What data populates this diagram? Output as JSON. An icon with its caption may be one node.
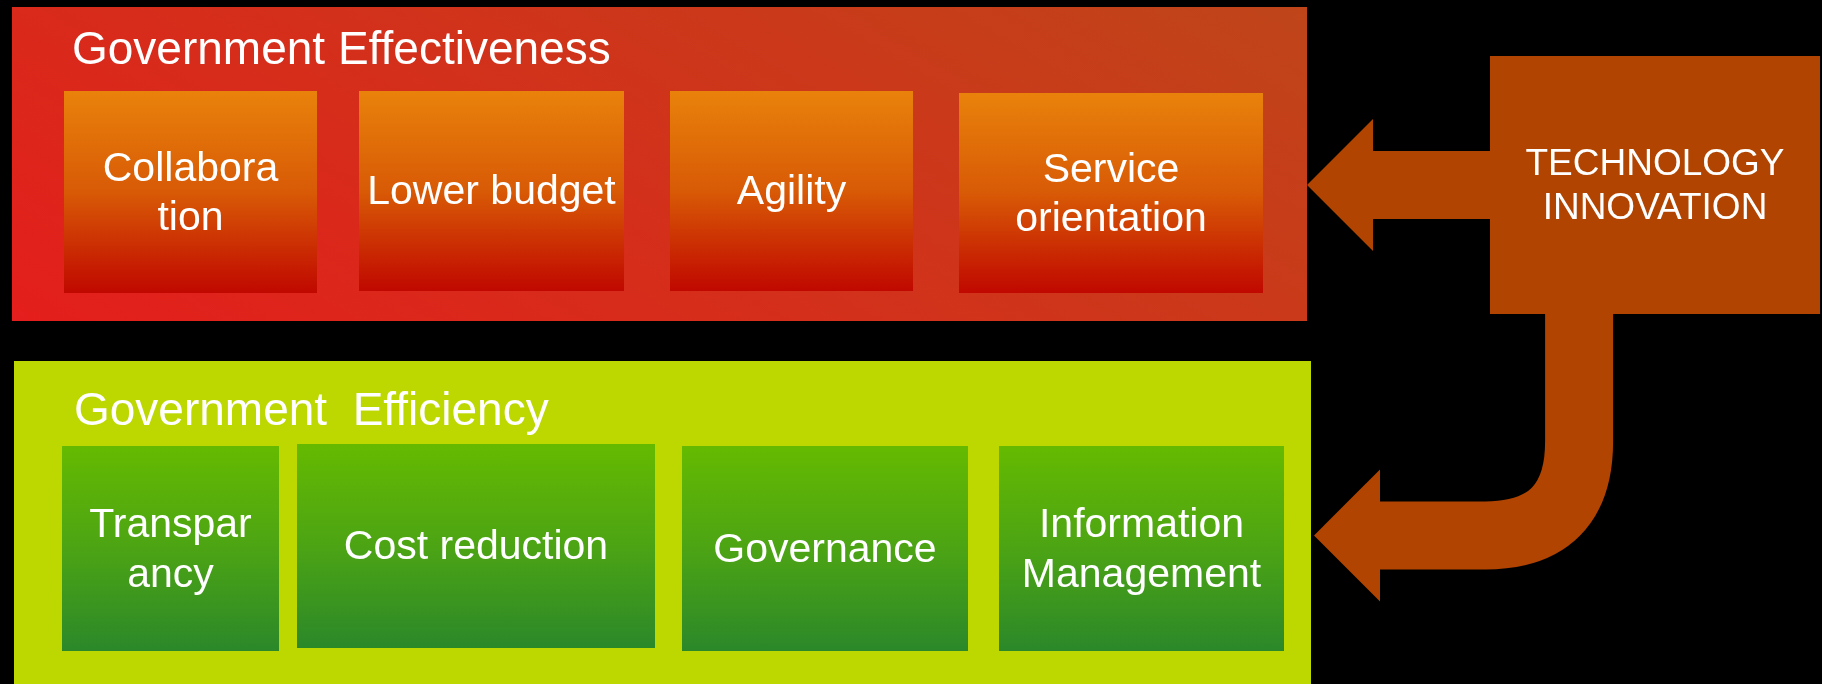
{
  "diagram": {
    "nodes": [
      {
        "text": [
          "Government Effectiveness"
        ]
      },
      {
        "text": [
          "Collabora tion"
        ],
        "in": 0
      },
      {
        "text": [
          "Lower budget"
        ],
        "in": 0
      },
      {
        "text": [
          "Agility"
        ],
        "in": 0
      },
      {
        "text": [
          "Service orientation"
        ],
        "in": 0
      },
      {
        "text": [
          "Government  Efficiency"
        ]
      },
      {
        "text": [
          "Transpar ancy"
        ],
        "in": 5
      },
      {
        "text": [
          "Cost reduction"
        ],
        "in": 5
      },
      {
        "text": [
          "Governance"
        ],
        "in": 5
      },
      {
        "text": [
          "Information Management"
        ],
        "in": 5
      },
      {
        "text": [
          "TECHNOLOGY INNOVATION"
        ]
      }
    ],
    "edges": [
      {
        "from": 10,
        "to": 0,
        "arrow": "to"
      },
      {
        "from": 10,
        "to": 5,
        "arrow": "to"
      }
    ]
  }
}
